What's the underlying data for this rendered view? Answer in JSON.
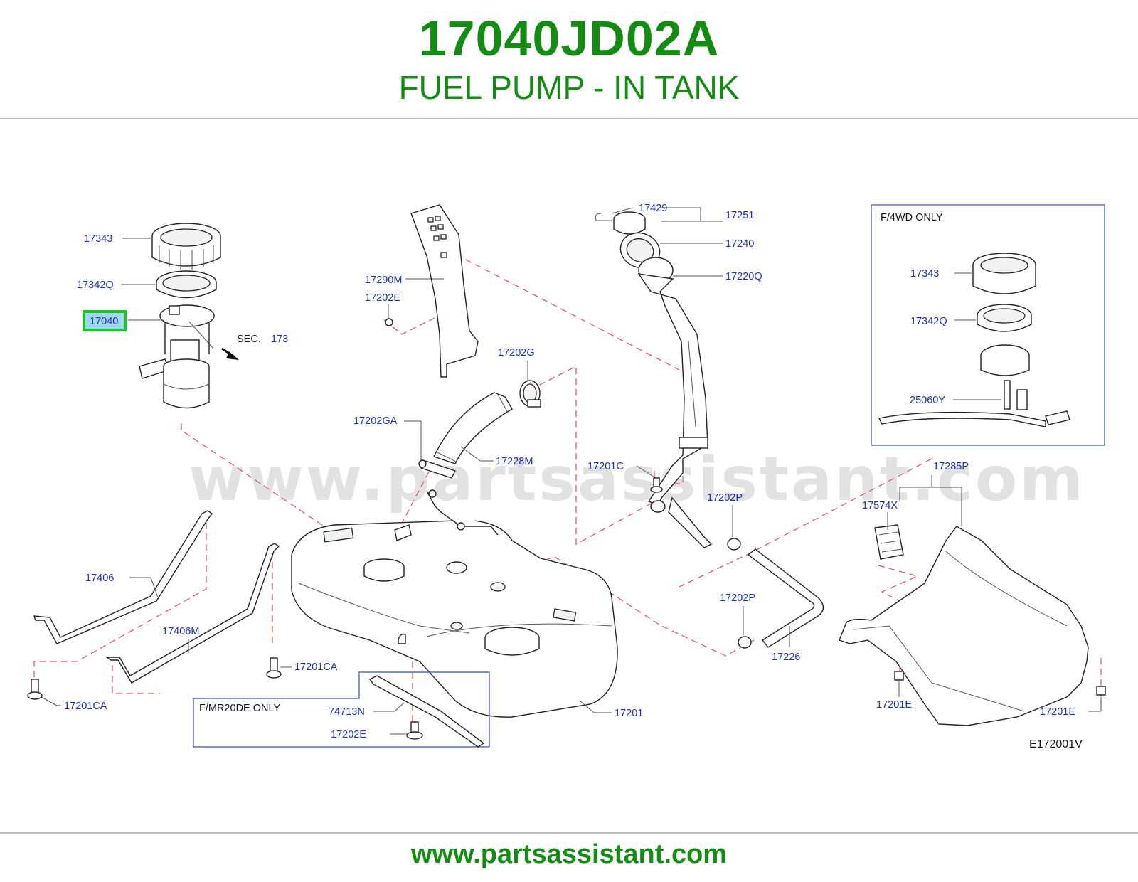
{
  "header": {
    "part_number": "17040JD02A",
    "subtitle": "FUEL PUMP - IN TANK"
  },
  "footer": {
    "url": "www.partsassistant.com"
  },
  "watermark": "www.partsassistant.com",
  "highlight_color": "#22c322",
  "brand_color": "#148c14",
  "callouts": {
    "c17343": "17343",
    "c17342Q": "17342Q",
    "c17040": "17040",
    "sec": "SEC.",
    "sec_num": "173",
    "c17290M": "17290M",
    "c17202E_top": "17202E",
    "c17202G": "17202G",
    "c17202GA": "17202GA",
    "c17228M": "17228M",
    "c17429": "17429",
    "c17251": "17251",
    "c17240": "17240",
    "c17220Q": "17220Q",
    "c17201C": "17201C",
    "c17202P_top": "17202P",
    "c17202P_bottom": "17202P",
    "c17226": "17226",
    "c17406": "17406",
    "c17406M": "17406M",
    "c17201CA_left": "17201CA",
    "c17201CA_mid": "17201CA",
    "c74713N": "74713N",
    "c17202E_bottom": "17202E",
    "c17201": "17201",
    "c17285P": "17285P",
    "c17574X": "17574X",
    "c17201E_left": "17201E",
    "c17201E_right": "17201E",
    "diagram_code": "E172001V"
  },
  "inset_4wd": {
    "title": "F/4WD   ONLY",
    "c17343": "17343",
    "c17342Q": "17342Q",
    "c25060Y": "25060Y"
  },
  "inset_mr20de": {
    "title": "F/MR20DE   ONLY"
  }
}
